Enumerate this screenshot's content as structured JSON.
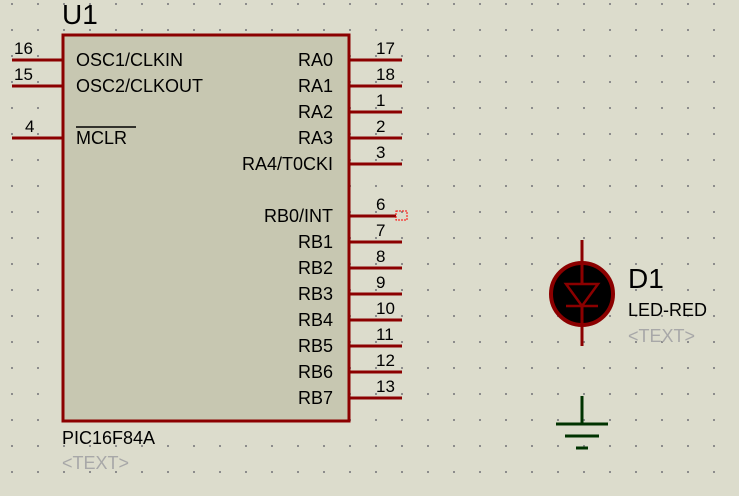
{
  "canvas": {
    "background": "#dcdccc",
    "grid_dot_color": "#8c8c8c",
    "wire_color": "#8b0000",
    "body_fill": "#c7c7b1",
    "ground_color": "#003300"
  },
  "u1": {
    "ref": "U1",
    "value": "PIC16F84A",
    "text": "<TEXT>",
    "left_pins": [
      {
        "name": "OSC1/CLKIN",
        "num": "16"
      },
      {
        "name": "OSC2/CLKOUT",
        "num": "15"
      },
      {
        "name": "MCLR",
        "num": "4"
      }
    ],
    "right_pins": [
      {
        "name": "RA0",
        "num": "17"
      },
      {
        "name": "RA1",
        "num": "18"
      },
      {
        "name": "RA2",
        "num": "1"
      },
      {
        "name": "RA3",
        "num": "2"
      },
      {
        "name": "RA4/T0CKI",
        "num": "3"
      },
      {
        "name": "RB0/INT",
        "num": "6"
      },
      {
        "name": "RB1",
        "num": "7"
      },
      {
        "name": "RB2",
        "num": "8"
      },
      {
        "name": "RB3",
        "num": "9"
      },
      {
        "name": "RB4",
        "num": "10"
      },
      {
        "name": "RB5",
        "num": "11"
      },
      {
        "name": "RB6",
        "num": "12"
      },
      {
        "name": "RB7",
        "num": "13"
      }
    ]
  },
  "d1": {
    "ref": "D1",
    "value": "LED-RED",
    "text": "<TEXT>"
  },
  "icons": {
    "led": "led-icon",
    "ground": "ground-icon",
    "pin_marker": "pin-marker-icon"
  }
}
